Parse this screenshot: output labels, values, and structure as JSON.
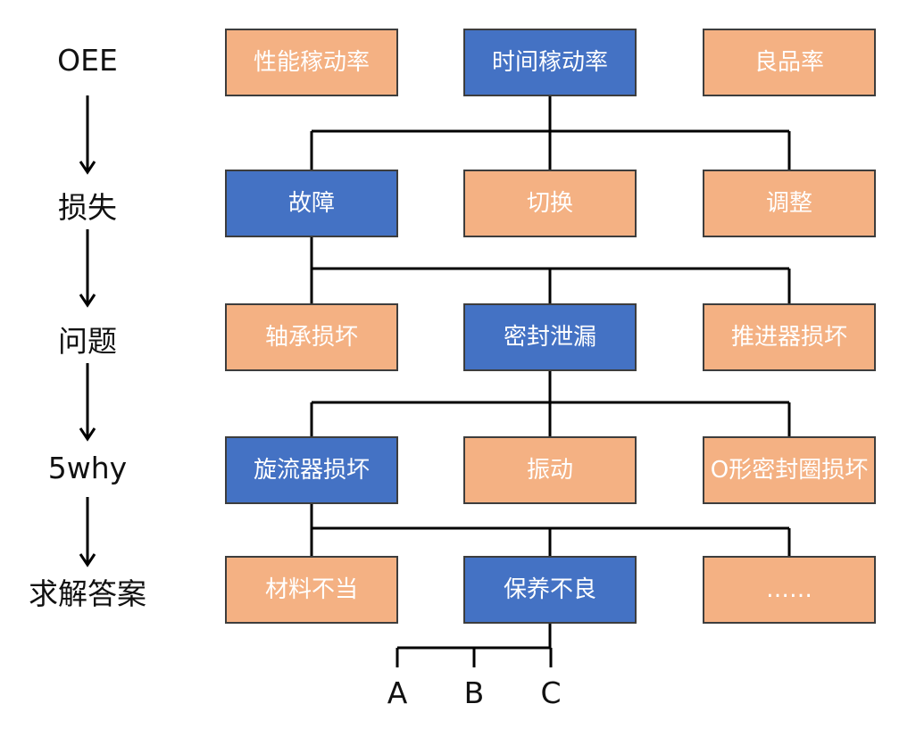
{
  "colors": {
    "highlight": "#4472c4",
    "normal": "#f4b183",
    "border": "#3d3d3d",
    "line": "#000000"
  },
  "levels": [
    {
      "label": "OEE",
      "boxes": [
        {
          "text": "性能稼动率",
          "style": "orange"
        },
        {
          "text": "时间稼动率",
          "style": "blue"
        },
        {
          "text": "良品率",
          "style": "orange"
        }
      ]
    },
    {
      "label": "损失",
      "boxes": [
        {
          "text": "故障",
          "style": "blue"
        },
        {
          "text": "切换",
          "style": "orange"
        },
        {
          "text": "调整",
          "style": "orange"
        }
      ]
    },
    {
      "label": "问题",
      "boxes": [
        {
          "text": "轴承损坏",
          "style": "orange"
        },
        {
          "text": "密封泄漏",
          "style": "blue"
        },
        {
          "text": "推进器损坏",
          "style": "orange"
        }
      ]
    },
    {
      "label": "5why",
      "boxes": [
        {
          "text": "旋流器损坏",
          "style": "blue"
        },
        {
          "text": "振动",
          "style": "orange"
        },
        {
          "text": "O形密封圈损坏",
          "style": "orange"
        }
      ]
    },
    {
      "label": "求解答案",
      "boxes": [
        {
          "text": "材料不当",
          "style": "orange"
        },
        {
          "text": "保养不良",
          "style": "blue"
        },
        {
          "text": "……",
          "style": "orange"
        }
      ]
    }
  ],
  "answer_leaves": [
    "A",
    "B",
    "C"
  ]
}
